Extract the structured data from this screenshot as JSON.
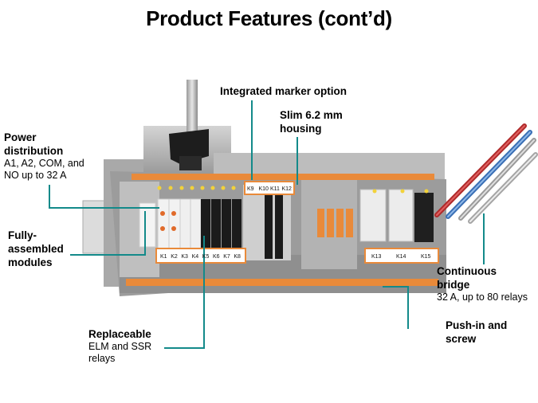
{
  "title": "Product Features (cont’d)",
  "callouts": {
    "integrated_marker": "Integrated marker option",
    "slim_housing_l1": "Slim 6.2 mm",
    "slim_housing_l2": "housing",
    "power_dist_l1": "Power",
    "power_dist_l2": "distribution",
    "power_dist_sub_l1": "A1, A2, COM, and",
    "power_dist_sub_l2": "NO up to 32 A",
    "fully_assembled_l1": "Fully-",
    "fully_assembled_l2": "assembled",
    "fully_assembled_l3": "modules",
    "continuous_bridge_l1": "Continuous",
    "continuous_bridge_l2": "bridge",
    "continuous_bridge_sub": "32 A, up to 80 relays",
    "replaceable": "Replaceable",
    "replaceable_sub_l1": "ELM and SSR",
    "replaceable_sub_l2": "relays",
    "push_in_l1": "Push-in and",
    "push_in_l2": "screw"
  },
  "markers": {
    "left_row": [
      "K1",
      "K2",
      "K3",
      "K4",
      "K5",
      "K6",
      "K7",
      "K8"
    ],
    "top_row": [
      "K9",
      "K10",
      "K11",
      "K12"
    ],
    "right_row": [
      "K13",
      "K14",
      "K15"
    ]
  },
  "colors": {
    "callout_line": "#138a8a",
    "housing": "#b7b7b7",
    "terminal_orange": "#e98a3a",
    "bridge_red": "#c0392b",
    "bridge_blue": "#3a6fb5"
  }
}
